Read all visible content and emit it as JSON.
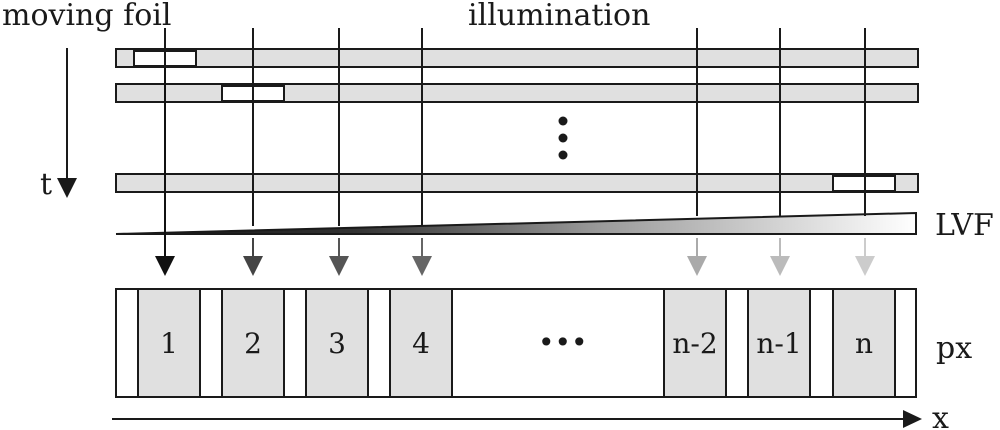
{
  "labels": {
    "moving_foil": "moving foil",
    "illumination": "illumination",
    "time": "t",
    "filter": "LVF",
    "pixels": "px",
    "position": "x"
  },
  "pixel_labels": [
    "1",
    "2",
    "3",
    "4",
    "n-2",
    "n-1",
    "n"
  ],
  "ellipsis": "•••",
  "colors": {
    "ink": "#1a1a1a",
    "foil_fill": "#e0e0e0",
    "arrow_shades": [
      "#111111",
      "#444444",
      "#555555",
      "#666666",
      "#aaaaaa",
      "#bbbbbb",
      "#cccccc"
    ]
  }
}
